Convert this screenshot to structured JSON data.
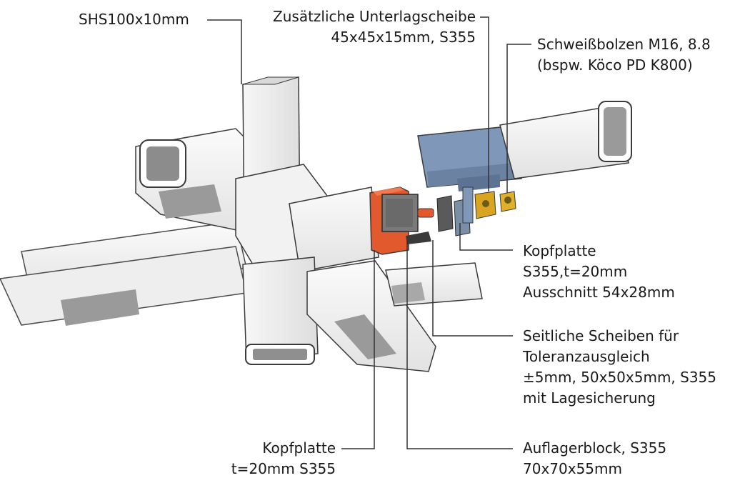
{
  "labels": {
    "shs": [
      "SHS100x10mm"
    ],
    "unterlagscheibe": [
      "Zusätzliche Unterlagscheibe",
      "45x45x15mm, S355"
    ],
    "schweissbolzen": [
      "Schweißbolzen M16, 8.8",
      "(bspw. Köco PD K800)"
    ],
    "kopfplatte_right": [
      "Kopfplatte",
      "S355,t=20mm",
      "Ausschnitt 54x28mm"
    ],
    "seitliche_scheiben": [
      "Seitliche Scheiben für",
      "Toleranzausgleich",
      "±5mm, 50x50x5mm, S355",
      "mit Lagesicherung"
    ],
    "kopfplatte_left": [
      "Kopfplatte",
      "t=20mm S355"
    ],
    "auflagerblock": [
      "Auflagerblock, S355",
      "70x70x55mm"
    ]
  },
  "colors": {
    "tube_face": "#f4f4f4",
    "tube_shade": "#dcdcdc",
    "tube_outline": "#3a3a3a",
    "inner_shadow": "#9a9a9a",
    "kopfplatte": "#e2592e",
    "blue_part": "#7f97b8",
    "gold_part": "#d9a520",
    "leader_line": "#333333"
  }
}
